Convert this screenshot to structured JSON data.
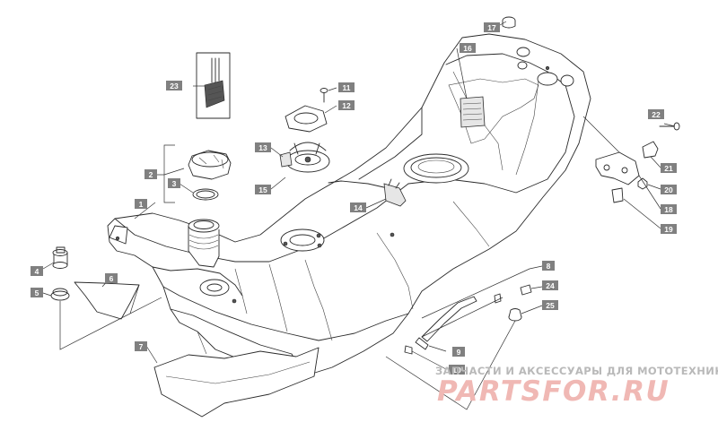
{
  "watermark": {
    "tagline": "ЗАПЧАСТИ И АКСЕССУАРЫ ДЛЯ МОТОТЕХНИКИ",
    "brand": "PARTSFOR.RU",
    "brand_color": "#f0b8b4"
  },
  "callouts": {
    "c1": "1",
    "c2": "2",
    "c3": "3",
    "c4": "4",
    "c5": "5",
    "c6": "6",
    "c7": "7",
    "c8": "8",
    "c9": "9",
    "c10": "10",
    "c11": "11",
    "c12": "12",
    "c13": "13",
    "c14": "14",
    "c15": "15",
    "c16": "16",
    "c17": "17",
    "c18": "18",
    "c19": "19",
    "c20": "20",
    "c21": "21",
    "c22": "22",
    "c23": "23",
    "c24": "24",
    "c25": "25"
  }
}
